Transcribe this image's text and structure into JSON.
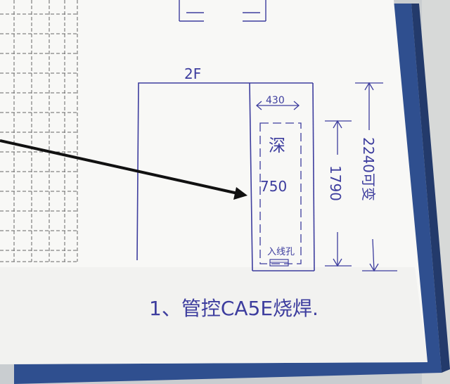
{
  "photo": {
    "background_color": "#cfd3d6",
    "binder_color": "#2f4f8f",
    "paper_color": "#f8f8f6",
    "ink_color": "#3d3d9e",
    "arrow_color": "#111111",
    "grid_line_color": "#666666"
  },
  "sketch": {
    "floor_label": "2F",
    "width_label": "430",
    "depth_word": "深",
    "depth_value": "750",
    "inner_height": "1790",
    "total_height": "2240可变",
    "hole_label": "入线孔",
    "note": "1、管控CA5E烧焊."
  }
}
